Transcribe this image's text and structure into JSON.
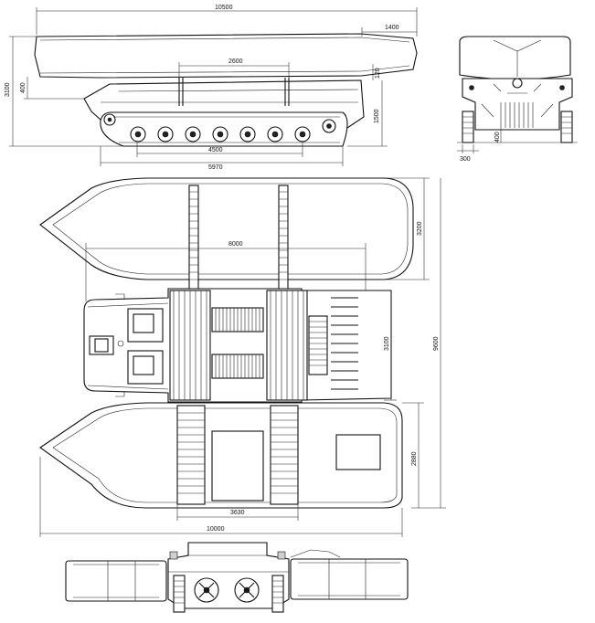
{
  "dimensions": {
    "overall_length": "10500",
    "pontoon_overhang": "1400",
    "span_2600": "2600",
    "height_total": "3100",
    "height_400": "400",
    "height_120": "120",
    "height_1500": "1500",
    "track_4500": "4500",
    "hull_5970": "5970",
    "front_ground_400": "400",
    "front_track_300": "300",
    "pontoon_span_8000": "8000",
    "pontoon_width_3200": "3200",
    "hull_width_3100": "3100",
    "total_width_9600": "9600",
    "lower_width_2880": "2880",
    "deck_3630": "3630",
    "lower_length_10000": "10000"
  },
  "colors": {
    "ink": "#111111",
    "paper": "#ffffff",
    "shade": "#cfcfcf"
  }
}
